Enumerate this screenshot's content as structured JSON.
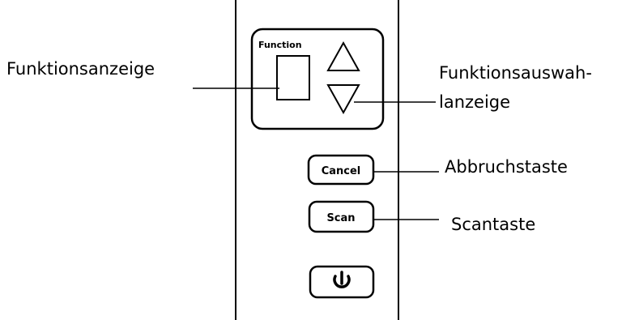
{
  "panel": {
    "function_caption": "Function",
    "cancel_label": "Cancel",
    "scan_label": "Scan",
    "power_icon": "power-icon",
    "up_icon": "triangle-up-icon",
    "down_icon": "triangle-down-icon"
  },
  "callouts": {
    "function_display": "Funktionsanzeige",
    "function_select_line1": "Funktionsauswah-",
    "function_select_line2": "lanzeige",
    "cancel_key": "Abbruchstaste",
    "scan_key": "Scantaste"
  },
  "colors": {
    "line": "#000000",
    "background": "#ffffff"
  }
}
